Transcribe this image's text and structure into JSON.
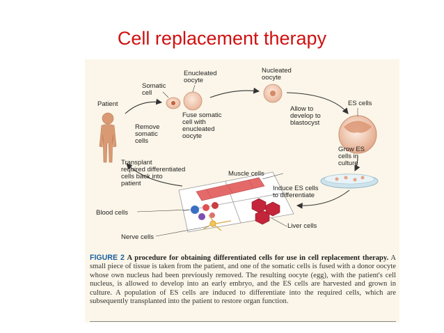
{
  "slide": {
    "title": "Cell replacement therapy"
  },
  "diagram": {
    "labels": {
      "patient": "Patient",
      "somatic_cell": "Somatic\ncell",
      "enucleated_oocyte": "Enucleated\noocyte",
      "nucleated_oocyte": "Nucleated\noocyte",
      "es_cells": "ES cells",
      "fuse": "Fuse somatic\ncell with\nenucleated\noocyte",
      "remove": "Remove\nsomatic\ncells",
      "allow": "Allow to\ndevelop to\nblastocyst",
      "grow": "Grow ES\ncells in\nculture",
      "transplant": "Transplant\nrequired differentiated\ncells back into\npatient",
      "muscle": "Muscle cells",
      "induce": "Induce ES cells\nto differentiate",
      "blood": "Blood cells",
      "liver": "Liver cells",
      "nerve": "Nerve cells"
    },
    "caption": {
      "figure_label": "FIGURE 2",
      "bold_part": "A procedure for obtaining differentiated cells for use in cell replacement therapy.",
      "text": "A small piece of tissue is taken from the patient, and one of the somatic cells is fused with a donor oocyte whose own nucleus had been previously removed. The resulting oocyte (egg), with the patient's cell nucleus, is allowed to develop into an early embryo, and the ES cells are harvested and grown in culture. A population of ES cells are induced to differentiate into the required cells, which are subsequently transplanted into the patient to restore organ function."
    },
    "colors": {
      "arrow": "#333333",
      "body": "#d99a73",
      "panel": "#fbf6e9",
      "title": "#d01010",
      "caption_head": "#1a5f9e"
    }
  }
}
